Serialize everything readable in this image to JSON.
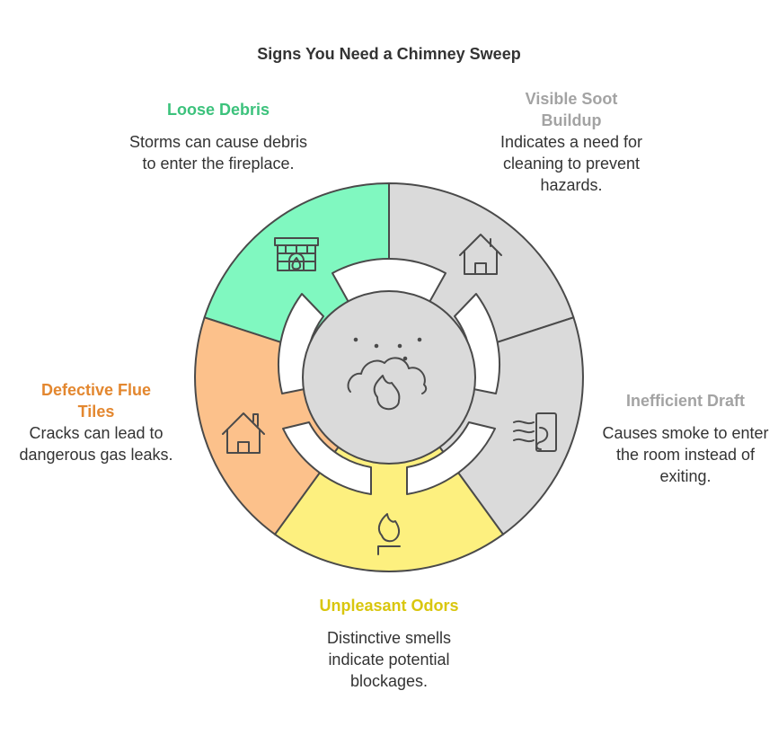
{
  "title": "Signs You Need a Chimney Sweep",
  "segments": [
    {
      "heading": "Loose Debris",
      "description": "Storms can cause debris to enter the fireplace.",
      "color": "#80F8C0",
      "heading_color": "#3CC27C",
      "icon": "fireplace-icon"
    },
    {
      "heading": "Visible Soot Buildup",
      "description": "Indicates a need for cleaning to prevent hazards.",
      "color": "#DADADA",
      "heading_color": "#A3A3A3",
      "icon": "house-icon"
    },
    {
      "heading": "Inefficient Draft",
      "description": "Causes smoke to enter the room instead of exiting.",
      "color": "#DADADA",
      "heading_color": "#A3A3A3",
      "icon": "draft-icon"
    },
    {
      "heading": "Unpleasant Odors",
      "description": "Distinctive smells indicate potential blockages.",
      "color": "#FDF07F",
      "heading_color": "#D9C60E",
      "icon": "flame-icon"
    },
    {
      "heading": "Defective Flue Tiles",
      "description": "Cracks can lead to dangerous gas leaks.",
      "color": "#FCC18B",
      "heading_color": "#E3872F",
      "icon": "house-chimney-icon"
    }
  ],
  "center": {
    "color": "#DADADA",
    "icon": "smoke-fire-icon"
  }
}
